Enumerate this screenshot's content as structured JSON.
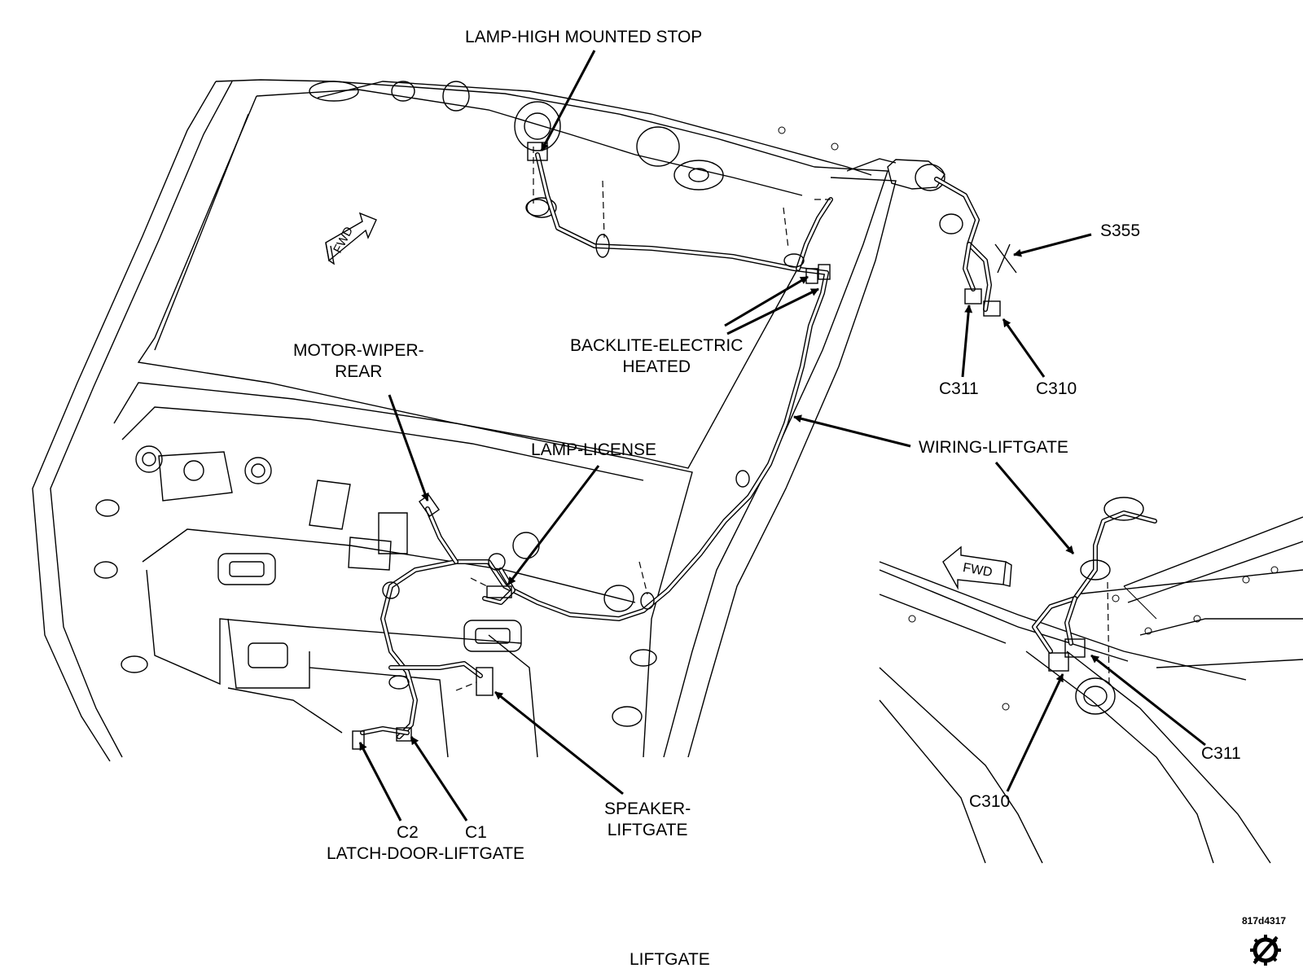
{
  "labels": {
    "lamp_high_mounted_stop": "LAMP-HIGH MOUNTED STOP",
    "s355": "S355",
    "backlite_line1": "BACKLITE-ELECTRIC",
    "backlite_line2": "HEATED",
    "motor_wiper_line1": "MOTOR-WIPER-",
    "motor_wiper_line2": "REAR",
    "c311_top": "C311",
    "c310_top": "C310",
    "wiring_liftgate": "WIRING-LIFTGATE",
    "lamp_license": "LAMP-LICENSE",
    "speaker_line1": "SPEAKER-",
    "speaker_line2": "LIFTGATE",
    "c2": "C2",
    "c1": "C1",
    "latch_door_liftgate": "LATCH-DOOR-LIFTGATE",
    "c311_detail": "C311",
    "c310_detail": "C310",
    "fwd_main": "FWD",
    "fwd_detail": "FWD",
    "figure_id": "817d4317",
    "caption": "LIFTGATE"
  },
  "icons": {
    "logo": "gear-slash-icon"
  }
}
